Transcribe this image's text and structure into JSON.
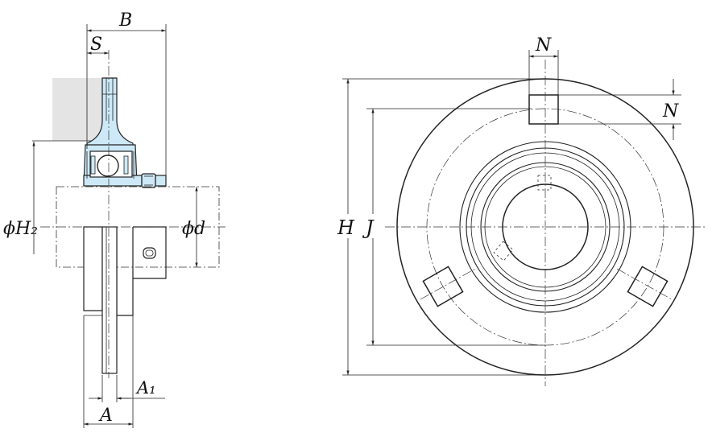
{
  "labels": {
    "B": "B",
    "S": "S",
    "phi_H2": "ϕH₂",
    "phi_d": "ϕd",
    "A1": "A₁",
    "A": "A",
    "N_top": "N",
    "N_side": "N",
    "H": "H",
    "J": "J"
  },
  "colors": {
    "bearing_fill": "#cde9f7",
    "mount_fill": "#e4e4e4",
    "line": "#222222"
  }
}
